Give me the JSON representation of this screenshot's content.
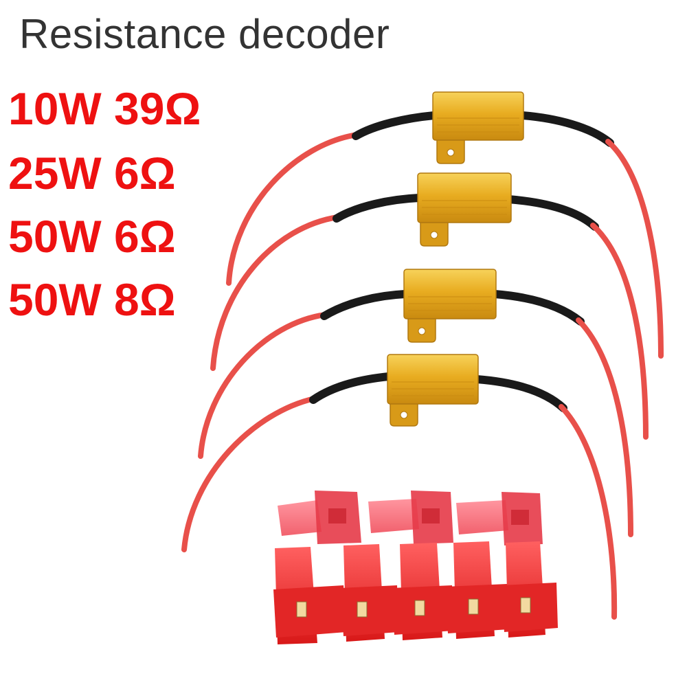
{
  "title": "Resistance decoder",
  "specs": [
    "10W 39Ω",
    "25W 6Ω",
    "50W 6Ω",
    "50W 8Ω"
  ],
  "colors": {
    "title": "#333333",
    "specs": "#ee1111",
    "wire": "#e8504a",
    "heat_shrink": "#1a1a1a",
    "resistor_body": "#e8ac20",
    "connector": "#e62a2a"
  }
}
